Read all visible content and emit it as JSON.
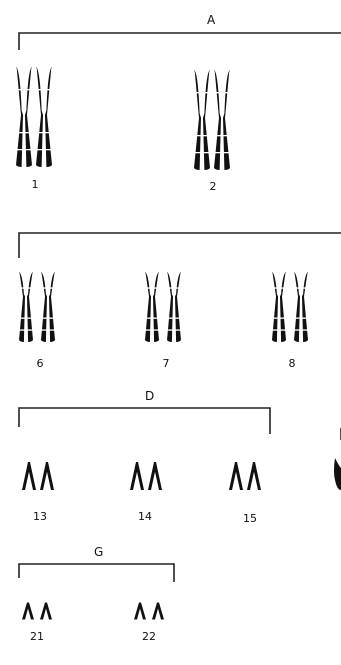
{
  "groups": [
    {
      "key": "A",
      "label": "A"
    },
    {
      "key": "C",
      "label": ""
    },
    {
      "key": "D",
      "label": "D"
    },
    {
      "key": "G",
      "label": "G"
    }
  ],
  "chromosomes": [
    {
      "label": "1",
      "group": "A"
    },
    {
      "label": "2",
      "group": "A"
    },
    {
      "label": "6",
      "group": "C"
    },
    {
      "label": "7",
      "group": "C"
    },
    {
      "label": "8",
      "group": "C"
    },
    {
      "label": "13",
      "group": "D"
    },
    {
      "label": "14",
      "group": "D"
    },
    {
      "label": "15",
      "group": "D"
    },
    {
      "label": "21",
      "group": "G"
    },
    {
      "label": "22",
      "group": "G"
    }
  ]
}
